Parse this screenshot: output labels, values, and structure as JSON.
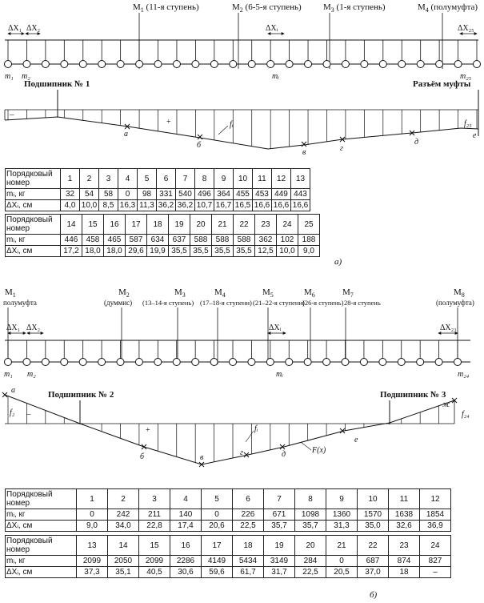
{
  "figure_a": {
    "masses_top": [
      {
        "name": "M",
        "sub": "1",
        "label": " (11-я ступень)"
      },
      {
        "name": "M",
        "sub": "2",
        "label": " (6-5-я ступень)"
      },
      {
        "name": "M",
        "sub": "3",
        "label": " (1-я ступень)"
      },
      {
        "name": "M",
        "sub": "4",
        "label": " (полумуфта)"
      }
    ],
    "dx_labels": [
      "ΔX₁",
      "ΔX₂",
      "ΔXᵢ",
      "ΔX₂₅"
    ],
    "m_labels": [
      "m₁",
      "m₂",
      "mᵢ",
      "m₂₅"
    ],
    "bearing_label": "Подшипник № 1",
    "coupling_label": "Разъём муфты",
    "curve_labels": [
      "а",
      "б",
      "в",
      "г",
      "д",
      "е"
    ],
    "f_labels": [
      "fᵢ",
      "f₂₅"
    ],
    "signs": [
      "–",
      "+"
    ],
    "table": {
      "hdr_order": "Порядковый номер",
      "hdr_m": "mᵢ, кг",
      "hdr_dx": "ΔXᵢ, см",
      "rows1": {
        "idx": [
          "1",
          "2",
          "3",
          "4",
          "5",
          "6",
          "7",
          "8",
          "9",
          "10",
          "11",
          "12",
          "13"
        ],
        "m": [
          "32",
          "54",
          "58",
          "0",
          "98",
          "331",
          "540",
          "496",
          "364",
          "455",
          "453",
          "449",
          "443"
        ],
        "dx": [
          "4,0",
          "10,0",
          "8,5",
          "16,3",
          "11,3",
          "36,2",
          "36,2",
          "10,7",
          "16,7",
          "16,5",
          "16,6",
          "16,6",
          "16,6"
        ]
      },
      "rows2": {
        "idx": [
          "14",
          "15",
          "16",
          "17",
          "18",
          "19",
          "20",
          "21",
          "22",
          "23",
          "24",
          "25"
        ],
        "m": [
          "446",
          "458",
          "465",
          "587",
          "634",
          "637",
          "588",
          "588",
          "588",
          "362",
          "102",
          "188"
        ],
        "dx": [
          "17,2",
          "18,0",
          "18,0",
          "29,6",
          "19,9",
          "35,5",
          "35,5",
          "35,5",
          "35,5",
          "12,5",
          "10,0",
          "9,0"
        ]
      }
    },
    "caption": "а)"
  },
  "figure_b": {
    "masses_top": [
      {
        "name": "M",
        "sub": "1",
        "label": "полумуфта"
      },
      {
        "name": "M",
        "sub": "2",
        "label": "(думмис)"
      },
      {
        "name": "M",
        "sub": "3",
        "label": "(13–14-я ступень)"
      },
      {
        "name": "M",
        "sub": "4",
        "label": "(17–18-я ступени)"
      },
      {
        "name": "M",
        "sub": "5",
        "label": "(21–22-я ступени)"
      },
      {
        "name": "M",
        "sub": "6",
        "label": "(26-я ступень)"
      },
      {
        "name": "M",
        "sub": "7",
        "label": "28-я ступень"
      },
      {
        "name": "M",
        "sub": "8",
        "label": "(полумуфта)"
      }
    ],
    "dx_labels": [
      "ΔX₁",
      "ΔX₂",
      "ΔXᵢ",
      "ΔX₂₃"
    ],
    "m_labels": [
      "m₁",
      "m₂",
      "mᵢ",
      "m₂₄"
    ],
    "bearing2_label": "Подшипник № 2",
    "bearing3_label": "Подшипник № 3",
    "curve_labels": [
      "а",
      "б",
      "в",
      "г",
      "д",
      "е",
      "ж"
    ],
    "f_labels": [
      "f₂",
      "fᵢ",
      "f₂₄"
    ],
    "fx_label": "F(x)",
    "signs": [
      "–",
      "+"
    ],
    "table": {
      "hdr_order": "Порядковый номер",
      "hdr_m": "mᵢ, кг",
      "hdr_dx": "ΔXᵢ, см",
      "rows1": {
        "idx": [
          "1",
          "2",
          "3",
          "4",
          "5",
          "6",
          "7",
          "8",
          "9",
          "10",
          "11",
          "12"
        ],
        "m": [
          "0",
          "242",
          "211",
          "140",
          "0",
          "226",
          "671",
          "1098",
          "1360",
          "1570",
          "1638",
          "1854"
        ],
        "dx": [
          "9,0",
          "34,0",
          "22,8",
          "17,4",
          "20,6",
          "22,5",
          "35,7",
          "35,7",
          "31,3",
          "35,0",
          "32,6",
          "36,9"
        ]
      },
      "rows2": {
        "idx": [
          "13",
          "14",
          "15",
          "16",
          "17",
          "18",
          "19",
          "20",
          "21",
          "22",
          "23",
          "24"
        ],
        "m": [
          "2099",
          "2050",
          "2099",
          "2286",
          "4149",
          "5434",
          "3149",
          "284",
          "0",
          "687",
          "874",
          "827"
        ],
        "dx": [
          "37,3",
          "35,1",
          "40,5",
          "30,6",
          "59,6",
          "61,7",
          "31,7",
          "22,5",
          "20,5",
          "37,0",
          "18",
          "–"
        ]
      }
    },
    "caption": "б)"
  }
}
